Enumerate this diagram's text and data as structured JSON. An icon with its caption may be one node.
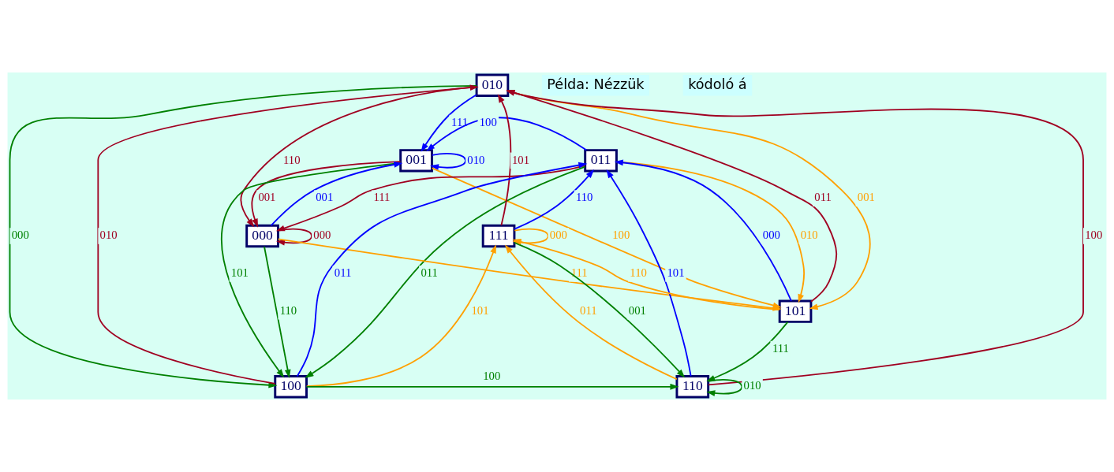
{
  "diagram": {
    "nodes": [
      {
        "text": [
          "010"
        ]
      },
      {
        "text": [
          "001"
        ]
      },
      {
        "text": [
          "011"
        ]
      },
      {
        "text": [
          "000"
        ]
      },
      {
        "text": [
          "111"
        ]
      },
      {
        "text": [
          "100"
        ]
      },
      {
        "text": [
          "110"
        ]
      },
      {
        "text": [
          "101"
        ]
      }
    ],
    "edges": [
      {
        "from": 3,
        "to": 3,
        "arrow": "to",
        "label": "000",
        "color": "#a00020"
      },
      {
        "from": 1,
        "to": 3,
        "arrow": "to",
        "label": "001",
        "color": "#a00020"
      },
      {
        "from": 0,
        "to": 3,
        "arrow": "to",
        "label": "110",
        "color": "#a00020"
      },
      {
        "from": 2,
        "to": 3,
        "arrow": "to",
        "label": "111",
        "color": "#a00020"
      },
      {
        "from": 5,
        "to": 0,
        "arrow": "to",
        "label": "010",
        "color": "#a00020"
      },
      {
        "from": 7,
        "to": 0,
        "arrow": "to",
        "label": "011",
        "color": "#a00020"
      },
      {
        "from": 6,
        "to": 0,
        "arrow": "to",
        "label": "100",
        "color": "#a00020"
      },
      {
        "from": 4,
        "to": 0,
        "arrow": "to",
        "label": "101",
        "color": "#a00020"
      },
      {
        "from": 3,
        "to": 1,
        "arrow": "to",
        "label": "001",
        "color": "#0000ff"
      },
      {
        "from": 1,
        "to": 1,
        "arrow": "to",
        "label": "010",
        "color": "#0000ff"
      },
      {
        "from": 0,
        "to": 1,
        "arrow": "to",
        "label": "111",
        "color": "#0000ff"
      },
      {
        "from": 2,
        "to": 1,
        "arrow": "to",
        "label": "100",
        "color": "#0000ff"
      },
      {
        "from": 5,
        "to": 2,
        "arrow": "to",
        "label": "011",
        "color": "#0000ff"
      },
      {
        "from": 7,
        "to": 2,
        "arrow": "to",
        "label": "000",
        "color": "#0000ff"
      },
      {
        "from": 6,
        "to": 2,
        "arrow": "to",
        "label": "101",
        "color": "#0000ff"
      },
      {
        "from": 4,
        "to": 2,
        "arrow": "to",
        "label": "110",
        "color": "#0000ff"
      },
      {
        "from": 3,
        "to": 5,
        "arrow": "to",
        "label": "110",
        "color": "#008000"
      },
      {
        "from": 1,
        "to": 5,
        "arrow": "to",
        "label": "101",
        "color": "#008000"
      },
      {
        "from": 0,
        "to": 5,
        "arrow": "to",
        "label": "000",
        "color": "#008000"
      },
      {
        "from": 2,
        "to": 5,
        "arrow": "to",
        "label": "011",
        "color": "#008000"
      },
      {
        "from": 5,
        "to": 6,
        "arrow": "to",
        "label": "100",
        "color": "#008000"
      },
      {
        "from": 7,
        "to": 6,
        "arrow": "to",
        "label": "111",
        "color": "#008000"
      },
      {
        "from": 6,
        "to": 6,
        "arrow": "to",
        "label": "010",
        "color": "#008000"
      },
      {
        "from": 4,
        "to": 6,
        "arrow": "to",
        "label": "001",
        "color": "#008000"
      },
      {
        "from": 3,
        "to": 7,
        "arrow": "to",
        "label": "111",
        "color": "#ffa000"
      },
      {
        "from": 1,
        "to": 7,
        "arrow": "to",
        "label": "100",
        "color": "#ffa000"
      },
      {
        "from": 0,
        "to": 7,
        "arrow": "to",
        "label": "001",
        "color": "#ffa000"
      },
      {
        "from": 2,
        "to": 7,
        "arrow": "to",
        "label": "010",
        "color": "#ffa000"
      },
      {
        "from": 5,
        "to": 4,
        "arrow": "to",
        "label": "101",
        "color": "#ffa000"
      },
      {
        "from": 6,
        "to": 4,
        "arrow": "to",
        "label": "011",
        "color": "#ffa000"
      },
      {
        "from": 4,
        "to": 4,
        "arrow": "to",
        "label": "000",
        "color": "#ffa000"
      },
      {
        "from": 7,
        "to": 4,
        "arrow": "to",
        "label": "110",
        "color": "#ffa000"
      }
    ],
    "labels": [
      "Példa: Nézzük",
      "kódoló á"
    ]
  }
}
